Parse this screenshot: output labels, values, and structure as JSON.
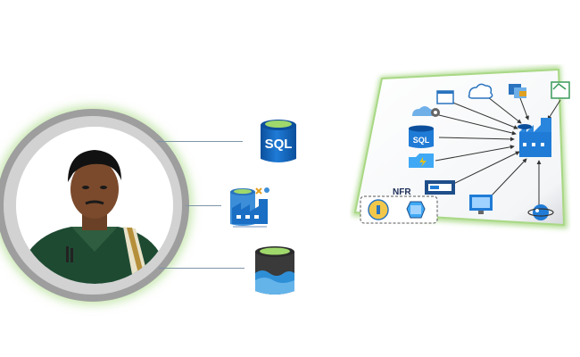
{
  "icons": {
    "sql": {
      "name": "azure-sql-database-icon",
      "label": "SQL"
    },
    "data_factory": {
      "name": "azure-data-factory-icon"
    },
    "data_lake": {
      "name": "azure-data-lake-storage-icon"
    }
  },
  "diagram": {
    "nfr_label": "NFR",
    "sql_label": "SQL",
    "hub": "data-factory-hub-icon"
  },
  "colors": {
    "azure_blue": "#1f7bd6",
    "azure_dark": "#0b4f9c",
    "accent_green": "#9fd86b",
    "ring_gray": "#a0a0a0",
    "connector": "#7f94a8"
  }
}
